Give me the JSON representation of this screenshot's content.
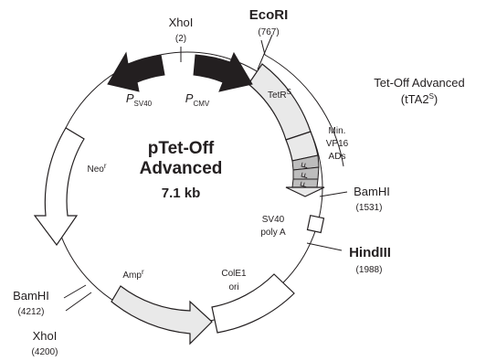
{
  "plasmid": {
    "name_line1": "pTet-Off",
    "name_line2": "Advanced",
    "size": "7.1 kb"
  },
  "features": {
    "tetr": "TetR",
    "tetr_sup": "S",
    "vp16_line1": "Min.",
    "vp16_line2": "VP16",
    "vp16_line3": "ADs",
    "f_letter": "F",
    "sv40_polya_line1": "SV40",
    "sv40_polya_line2": "poly A",
    "cole1_line1": "ColE1",
    "cole1_line2": "ori",
    "amp": "Amp",
    "amp_sup": "r",
    "neo": "Neo",
    "neo_sup": "r",
    "psv40_p": "P",
    "psv40_sub": "SV40",
    "pcmv_p": "P",
    "pcmv_sub": "CMV"
  },
  "bracket": {
    "line1": "Tet-Off Advanced",
    "line2_open": "(tTA2",
    "line2_sup": "S",
    "line2_close": ")"
  },
  "sites": {
    "xhoi_top": {
      "name": "XhoI",
      "pos": "(2)"
    },
    "ecori": {
      "name": "EcoRI",
      "pos": "(767)"
    },
    "bamhi_right": {
      "name": "BamHI",
      "pos": "(1531)"
    },
    "hindiii": {
      "name": "HindIII",
      "pos": "(1988)"
    },
    "bamhi_left": {
      "name": "BamHI",
      "pos": "(4212)"
    },
    "xhoi_left": {
      "name": "XhoI",
      "pos": "(4200)"
    }
  },
  "colors": {
    "ink": "#231f20",
    "grey_fill": "#e9e9e9",
    "f_box_fill": "#bdbdbd"
  }
}
